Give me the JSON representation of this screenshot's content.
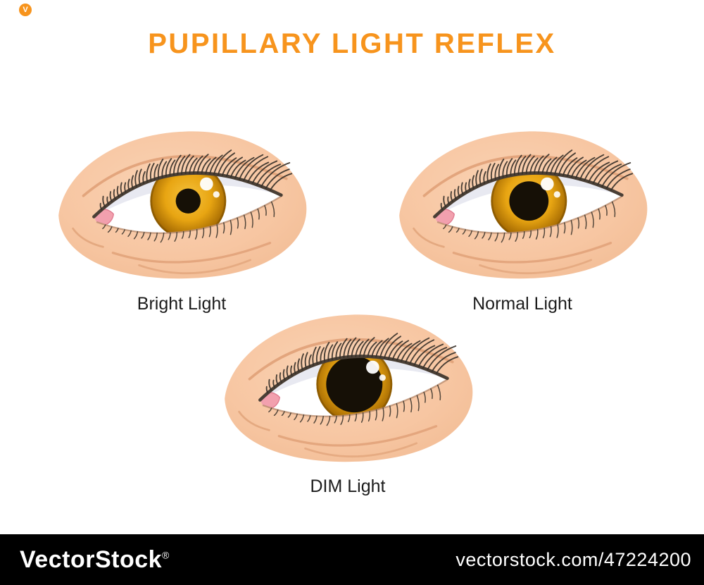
{
  "page": {
    "title": "PUPILLARY LIGHT REFLEX"
  },
  "eyes": [
    {
      "condition": "bright",
      "label": "Bright Light",
      "pupil_radius": 19
    },
    {
      "condition": "normal",
      "label": "Normal Light",
      "pupil_radius": 30
    },
    {
      "condition": "dim",
      "label": "DIM Light",
      "pupil_radius": 43
    }
  ],
  "iris_radius": 58,
  "colors": {
    "title": "#F7941D",
    "label_text": "#1C1C1C",
    "skin_light": "#FAD3B4",
    "skin": "#F7C6A2",
    "skin_edge": "#F1BB93",
    "contour_line": "#E0A178",
    "sclera": "#FFFFFF",
    "sclera_shadow": "#D8DAE8",
    "caruncle": "#F2A0AE",
    "caruncle_edge": "#E07B90",
    "iris_center": "#F6C33E",
    "iris_mid": "#E8A512",
    "iris_edge": "#9C6200",
    "limbal_ring": "#7A4E00",
    "pupil": "#161006",
    "highlight": "#FFFFFF",
    "lash": "#352F28",
    "lid_line": "#4A3F35",
    "lower_lid_line": "#B98C6E"
  },
  "watermark": {
    "brand": "VectorStock",
    "registered": "®",
    "url_text": "vectorstock.com/47224200",
    "bar_color": "#000000",
    "text_color": "#FFFFFF",
    "logo_letter": "V"
  }
}
